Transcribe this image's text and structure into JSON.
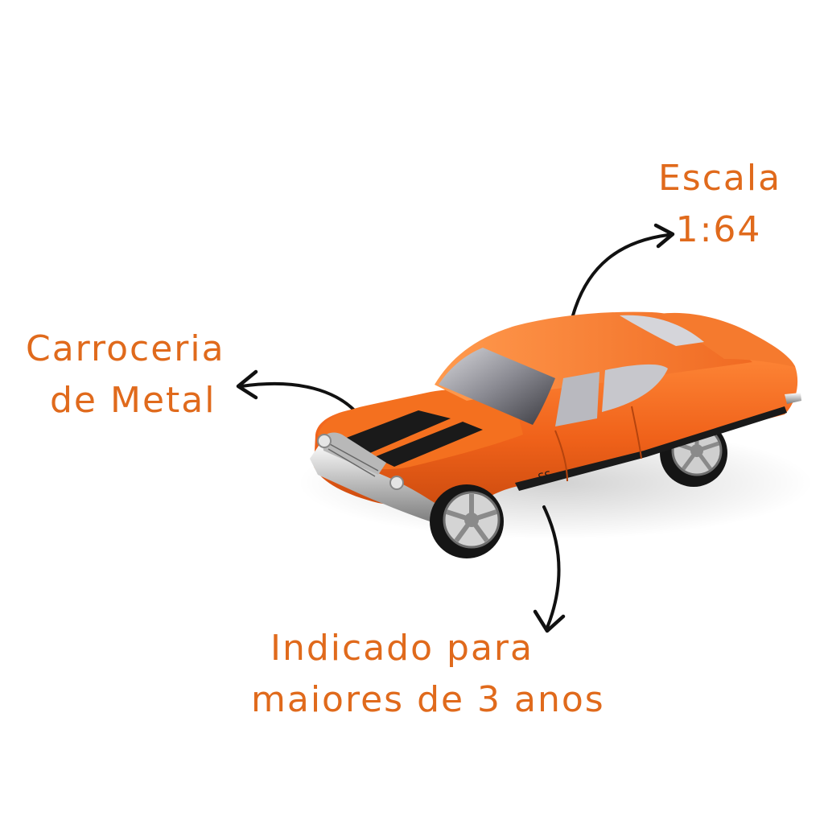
{
  "annotations": {
    "scale": {
      "line1": "Escala",
      "line2": "1:64"
    },
    "body": {
      "line1": "Carroceria",
      "line2": "de Metal"
    },
    "age": {
      "line1": "Indicado para",
      "line2": "maiores de 3 anos"
    }
  },
  "car": {
    "badge": "SS"
  },
  "colors": {
    "text": "#e06a1c",
    "car_body": "#f26a1b",
    "car_shadow": "#c94d10",
    "stripe": "#1a1a1a",
    "chrome": "#d9d9d9",
    "arrow": "#111111"
  },
  "icons": [
    "arrow-to-scale-icon",
    "arrow-to-body-icon",
    "arrow-to-age-icon",
    "toy-car-image"
  ]
}
